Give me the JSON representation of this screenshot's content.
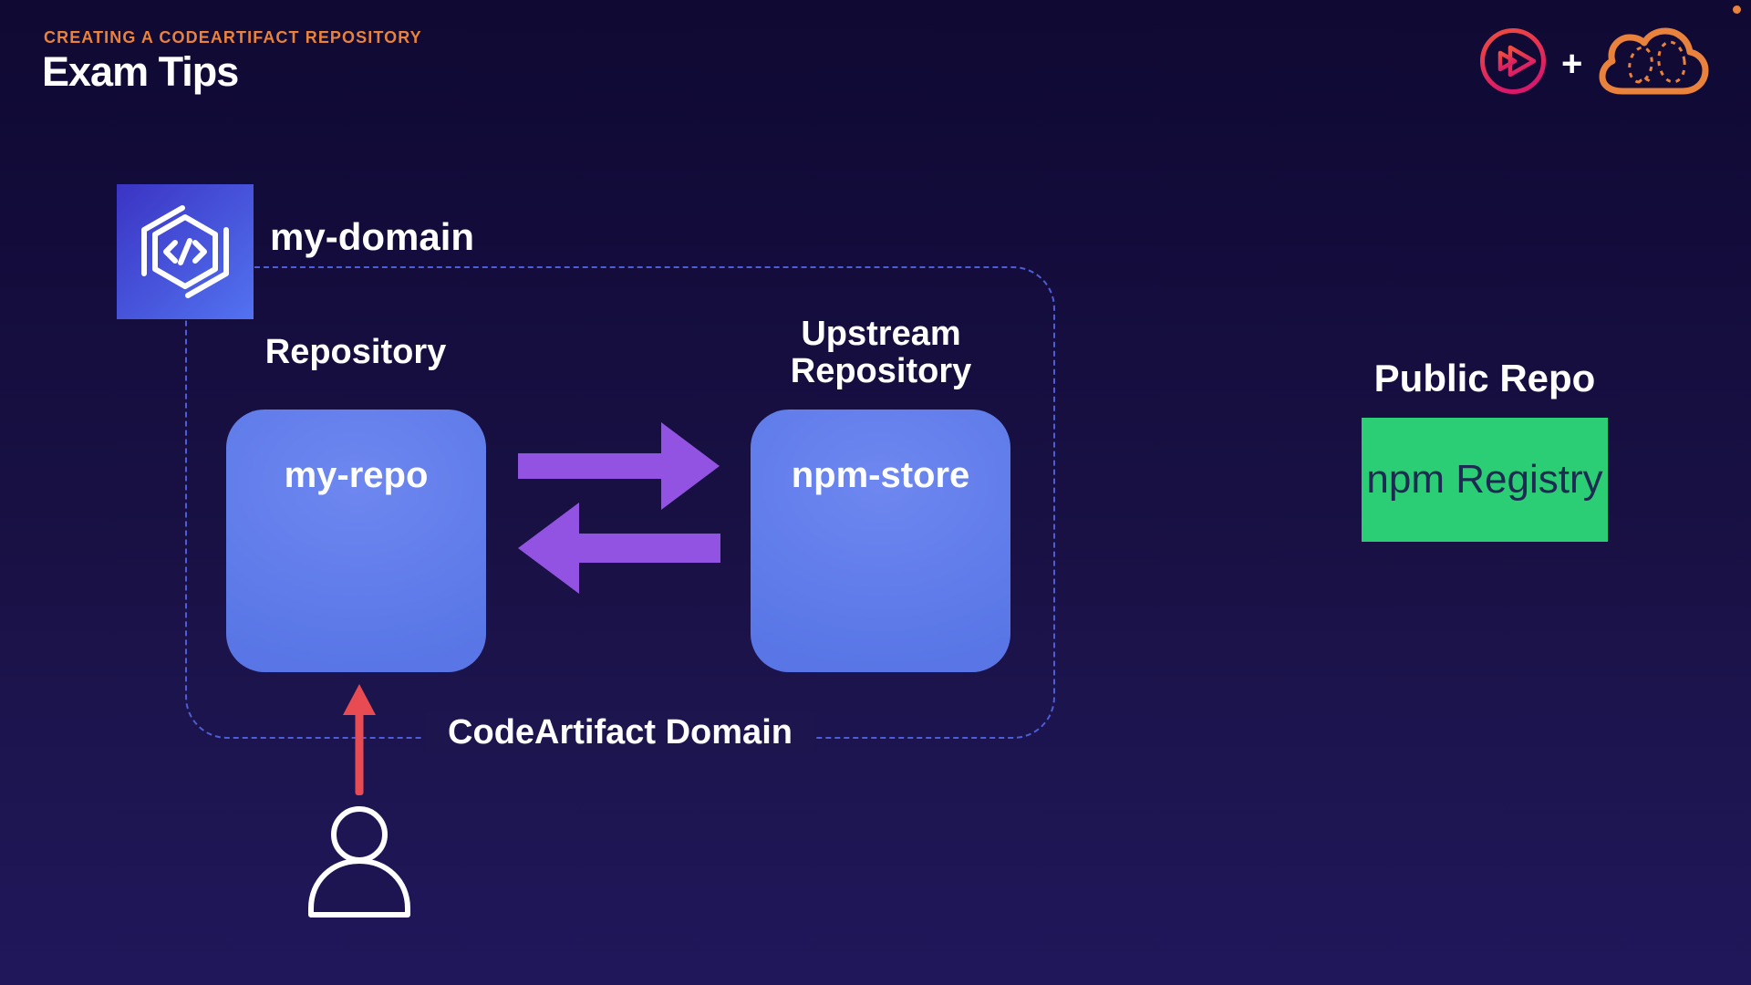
{
  "header": {
    "eyebrow": "CREATING A CODEARTIFACT REPOSITORY",
    "title": "Exam Tips"
  },
  "branding": {
    "plus": "+"
  },
  "diagram": {
    "domain": {
      "icon_label": "my-domain",
      "box_label": "CodeArtifact Domain"
    },
    "repository": {
      "label": "Repository",
      "name": "my-repo"
    },
    "upstream": {
      "label_line1": "Upstream",
      "label_line2": "Repository",
      "name": "npm-store"
    },
    "public_repo": {
      "label": "Public Repo",
      "name": "npm Registry"
    }
  },
  "colors": {
    "accent_orange": "#E8823C",
    "box_blue": "#5C79E8",
    "box_blue_light": "#6E87F0",
    "green": "#2BCE75",
    "green_text": "#1D2A52",
    "purple": "#9353E2",
    "red": "#E84B52",
    "dashed_blue": "#4D5ED8"
  }
}
